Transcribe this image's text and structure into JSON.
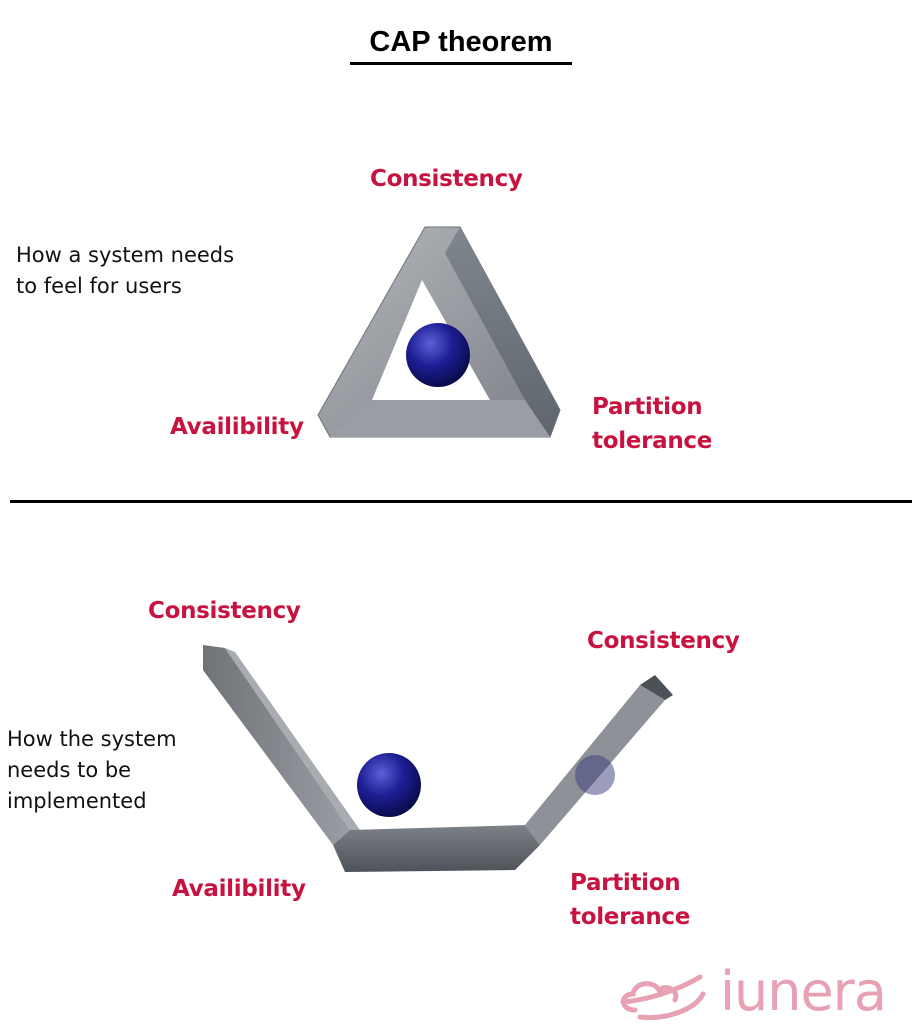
{
  "title": "CAP theorem",
  "top_section": {
    "description": [
      "How a system needs",
      "to feel for users"
    ],
    "labels": {
      "top": "Consistency",
      "bottom_left": "Availibility",
      "bottom_right": [
        "Partition",
        "tolerance"
      ]
    },
    "shape": "impossible-triangle-with-ball"
  },
  "bottom_section": {
    "description": [
      "How the system",
      "needs to be",
      "implemented"
    ],
    "labels": {
      "top_left": "Consistency",
      "top_right": "Consistency",
      "bottom_left": "Availibility",
      "bottom_right": [
        "Partition",
        "tolerance"
      ]
    },
    "shape": "open-u-channel-with-ball"
  },
  "logo": {
    "text": "iunera"
  },
  "colors": {
    "label": "#c8123f",
    "logo": "#e8a1b3",
    "beam": "#8a8f96",
    "ball": "#1a1a8c"
  }
}
